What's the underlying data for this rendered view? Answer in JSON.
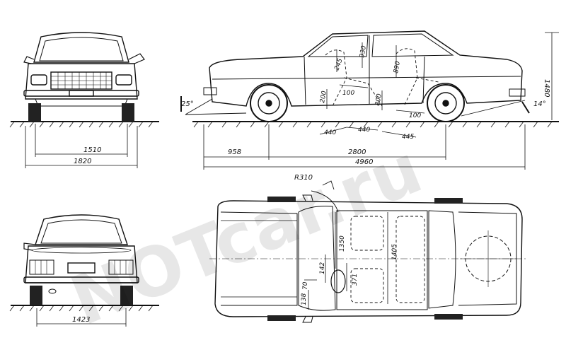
{
  "watermark": "NOTcar.ru",
  "front_view": {
    "track_label": "1510",
    "width_label": "1820"
  },
  "side_view": {
    "height_label": "1480",
    "front_overhang_label": "958",
    "wheelbase_label": "2800",
    "length_label": "4960",
    "approach_angle_label": "25°",
    "departure_angle_label": "14°",
    "interior": {
      "d_245": "245",
      "d_930": "930",
      "d_890": "890",
      "d_200": "200",
      "d_100a": "100",
      "d_800": "800",
      "d_100b": "100",
      "d_440a": "440",
      "d_440b": "440",
      "d_445": "445"
    }
  },
  "rear_view": {
    "track_label": "1423"
  },
  "top_view": {
    "radius_label": "R310",
    "d_1350": "1350",
    "d_1405": "1405",
    "d_142": "142",
    "d_371": "371",
    "d_70": "70",
    "d_138": "138"
  },
  "colors": {
    "line": "#111111",
    "background": "#ffffff"
  }
}
